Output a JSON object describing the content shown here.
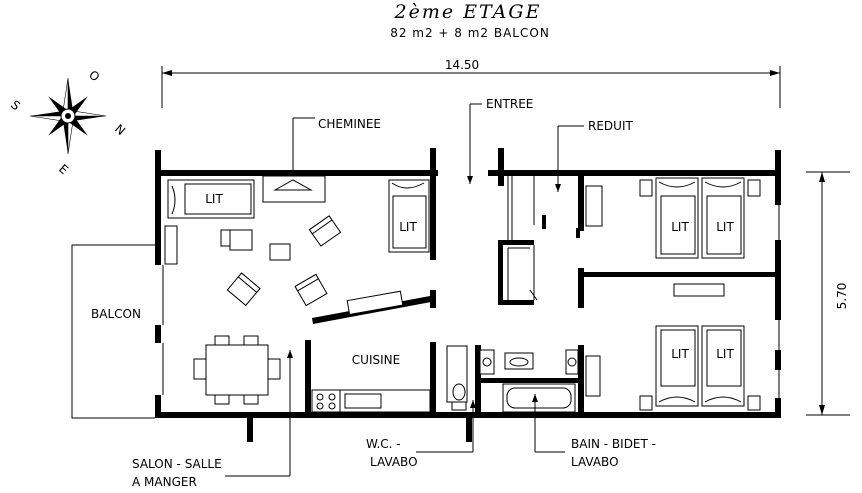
{
  "title": "2ème ETAGE",
  "subtitle": "82 m2 + 8 m2 BALCON",
  "dimensions": {
    "width": "14.50",
    "height": "5.70"
  },
  "compass": {
    "north": "N",
    "south": "S",
    "east": "E",
    "west": "O"
  },
  "labels": {
    "cheminee": "CHEMINEE",
    "entree": "ENTREE",
    "reduit": "REDUIT",
    "balcon": "BALCON",
    "cuisine": "CUISINE",
    "lit": "LIT",
    "wc_line1": "W.C. -",
    "wc_line2": "LAVABO",
    "bain_line1": "BAIN - BIDET -",
    "bain_line2": "LAVABO",
    "salon_line1": "SALON - SALLE",
    "salon_line2": "A MANGER"
  }
}
